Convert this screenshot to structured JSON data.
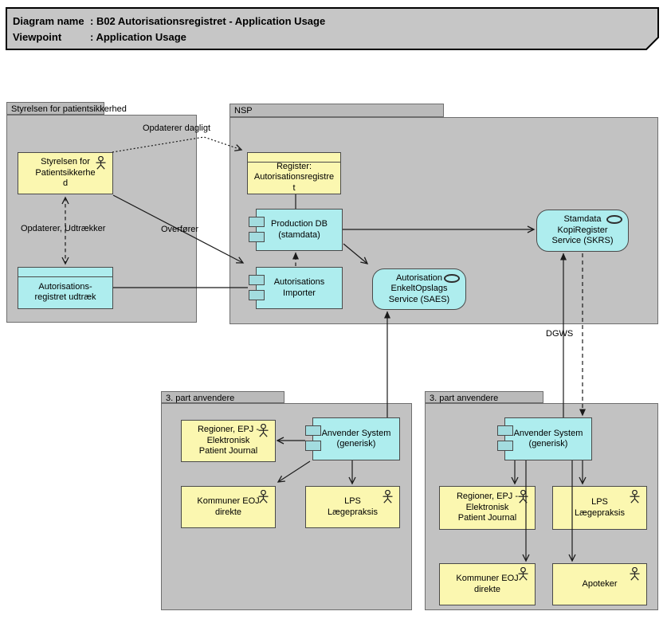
{
  "diagram_type": "ArchiMate application usage diagram",
  "colors": {
    "actor_yellow": "#FBF7B0",
    "application_cyan": "#AEEDEE",
    "component_tab_cyan": "#A3DCDF",
    "group_fill": "#C2C2C2",
    "group_tab_fill": "#BABABA",
    "note_fill": "#C6C6C6",
    "line": "#1A1A1A"
  },
  "title": {
    "rows": [
      {
        "label": "Diagram name",
        "value": ": B02 Autorisationsregistret - Application Usage"
      },
      {
        "label": "Viewpoint",
        "value": ": Application Usage"
      }
    ]
  },
  "groups": {
    "styrelsen": {
      "label": "Styrelsen for patientsikkerhed"
    },
    "nsp": {
      "label": "NSP"
    },
    "third_party_left": {
      "label": "3. part anvendere"
    },
    "third_party_right": {
      "label": "3. part anvendere"
    }
  },
  "nodes": {
    "styrelsen_actor": {
      "label": "Styrelsen for\nPatientsikkerhe\nd",
      "type": "business-actor"
    },
    "autorisationsregistret_udtraek": {
      "label": "Autorisations-\nregistret udtræk",
      "type": "data-object"
    },
    "register_autorisationsregistret": {
      "label": "Register:\nAutorisationsregistre\nt",
      "type": "data-object"
    },
    "production_db": {
      "label": "Production DB\n(stamdata)",
      "type": "application-component"
    },
    "autorisations_importer": {
      "label": "Autorisations\nImporter",
      "type": "application-component"
    },
    "saes": {
      "label": "Autorisation\nEnkeltOpslags\nService (SAES)",
      "type": "application-service"
    },
    "skrs": {
      "label": "Stamdata\nKopiRegister\nService (SKRS)",
      "type": "application-service"
    },
    "anvender_system_left": {
      "label": "Anvender System\n(generisk)",
      "type": "application-component"
    },
    "regioner_epj_left": {
      "label": "Regioner, EPJ -\nElektronisk\nPatient Journal",
      "type": "business-actor"
    },
    "kommuner_eoj_left": {
      "label": "Kommuner EOJ\ndirekte",
      "type": "business-actor"
    },
    "lps_left": {
      "label": "LPS\nLægepraksis",
      "type": "business-actor"
    },
    "anvender_system_right": {
      "label": "Anvender System\n(generisk)",
      "type": "application-component"
    },
    "regioner_epj_right": {
      "label": "Regioner, EPJ -\nElektronisk\nPatient Journal",
      "type": "business-actor"
    },
    "lps_right": {
      "label": "LPS\nLægepraksis",
      "type": "business-actor"
    },
    "kommuner_eoj_right": {
      "label": "Kommuner EOJ\ndirekte",
      "type": "business-actor"
    },
    "apoteker": {
      "label": "Apoteker",
      "type": "business-actor"
    }
  },
  "connector_labels": {
    "opdaterer_dagligt": "Opdaterer dagligt",
    "opdaterer_udtraekker": "Opdaterer, Udtrækker",
    "overfoerer": "Overfører",
    "dgws": "DGWS"
  }
}
